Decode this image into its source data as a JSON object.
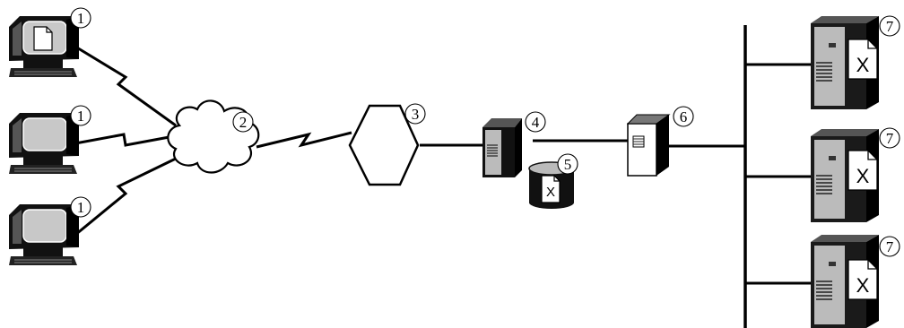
{
  "diagram": {
    "callouts": {
      "client_1": "1",
      "client_2": "1",
      "client_3": "1",
      "cloud": "2",
      "hexagon": "3",
      "server": "4",
      "database": "5",
      "gateway": "6",
      "backend_1": "7",
      "backend_2": "7",
      "backend_3": "7"
    },
    "file_labels": {
      "database_file": "X",
      "backend_1_file": "X",
      "backend_2_file": "X",
      "backend_3_file": "X"
    }
  }
}
